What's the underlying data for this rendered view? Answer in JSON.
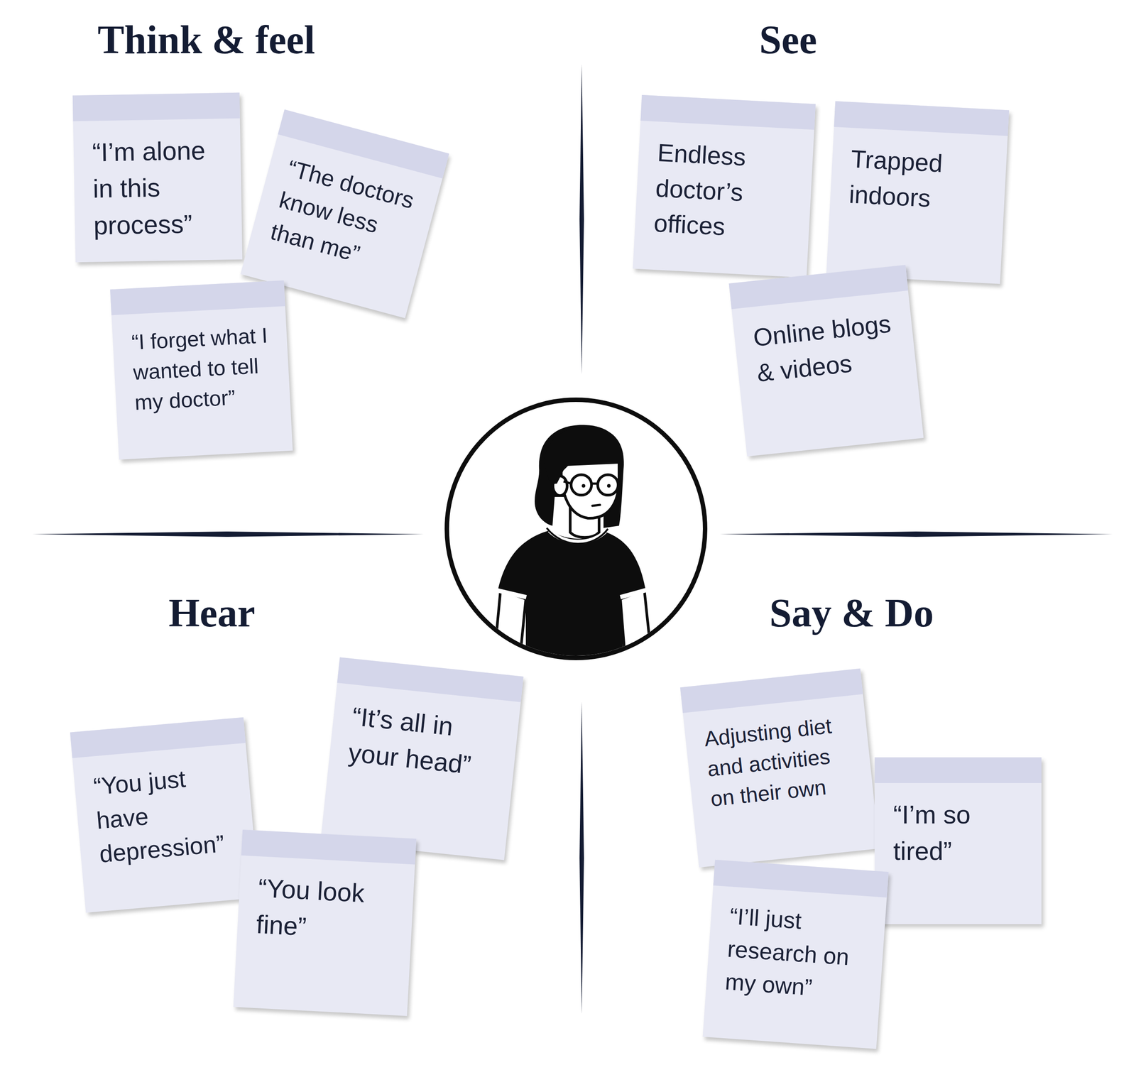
{
  "diagram": {
    "nodes": [
      {
        "text": [
          "“I’m alone in this process”"
        ]
      },
      {
        "text": [
          "“The doctors know less than me”"
        ]
      },
      {
        "text": [
          "“I forget what I wanted to tell my doctor”"
        ]
      },
      {
        "text": [
          "Endless doctor’s offices"
        ]
      },
      {
        "text": [
          "Trapped indoors"
        ]
      },
      {
        "text": [
          "Online blogs & videos"
        ]
      },
      {
        "text": [
          "“It’s all in your head”"
        ]
      },
      {
        "text": [
          "“You just have depression”"
        ]
      },
      {
        "text": [
          "“You look fine”"
        ]
      },
      {
        "text": [
          "Adjusting diet and activities on their own"
        ]
      },
      {
        "text": [
          "“I’m so tired”"
        ]
      },
      {
        "text": [
          "“I’ll just research on my own”"
        ]
      }
    ],
    "labels": [
      "Think & feel",
      "See",
      "Hear",
      "Say & Do"
    ]
  }
}
